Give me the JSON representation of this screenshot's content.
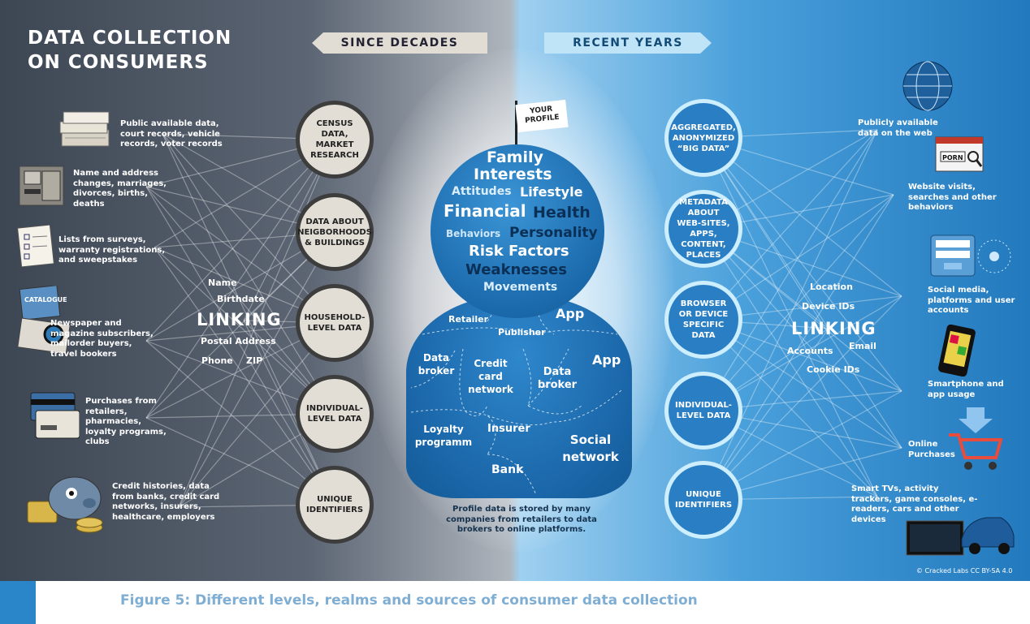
{
  "title_line1": "DATA COLLECTION",
  "title_line2": "ON CONSUMERS",
  "banner_left": "SINCE DECADES",
  "banner_right": "RECENT YEARS",
  "left_circles": [
    "CENSUS DATA, MARKET RESEARCH",
    "DATA ABOUT NEIGBORHOODS & BUILDINGS",
    "HOUSEHOLD-LEVEL DATA",
    "INDIVIDUAL-LEVEL DATA",
    "UNIQUE IDENTIFIERS"
  ],
  "right_circles": [
    "AGGREGATED, ANONYMIZED “BIG DATA”",
    "METADATA ABOUT WEB-SITES, APPS, CONTENT, PLACES",
    "BROWSER OR DEVICE SPECIFIC DATA",
    "INDIVIDUAL-LEVEL DATA",
    "UNIQUE IDENTIFIERS"
  ],
  "left_sources": [
    "Public available data, court records, vehicle records, voter records",
    "Name and address changes, marriages, divorces, births, deaths",
    "Lists from surveys, warranty registrations, and sweepstakes",
    "Newspaper and magazine subscribers, mailorder buyers, travel bookers",
    "Purchases from retailers, pharmacies, loyalty programs, clubs",
    "Credit histories, data from banks, credit card networks, insurers, healthcare, employers"
  ],
  "right_sources": [
    "Publicly available data on the web",
    "Website visits, searches and other behaviors",
    "Social media, platforms and user accounts",
    "Smartphone and app usage",
    "Online Purchases",
    "Smart TVs, activity trackers, game consoles, e-readers, cars and other devices"
  ],
  "left_linking": {
    "word": "LINKING",
    "name": "Name",
    "birthdate": "Birthdate",
    "postal": "Postal Address",
    "phone": "Phone",
    "zip": "ZIP"
  },
  "right_linking": {
    "word": "LINKING",
    "location": "Location",
    "device_ids": "Device IDs",
    "accounts": "Accounts",
    "email": "Email",
    "cookie_ids": "Cookie IDs"
  },
  "flag_text": "YOUR PROFILE",
  "profile_words": {
    "family": "Family",
    "interests": "Interests",
    "attitudes": "Attitudes",
    "lifestyle": "Lifestyle",
    "financial": "Financial",
    "health": "Health",
    "behaviors": "Behaviors",
    "personality": "Personality",
    "risk": "Risk Factors",
    "weaknesses": "Weaknesses",
    "movements": "Movements"
  },
  "body_words": {
    "retailer": "Retailer",
    "app1": "App",
    "publisher": "Publisher",
    "app2": "App",
    "data_broker1": "Data broker",
    "credit_card": "Credit card network",
    "data_broker2": "Data broker",
    "loyalty": "Loyalty programm",
    "insurer": "Insurer",
    "social": "Social network",
    "bank": "Bank"
  },
  "caption": "Profile data is stored by many companies from retailers to data brokers to online platforms.",
  "credit": "© Cracked Labs CC BY-SA 4.0",
  "figure_caption": "Figure 5: Different levels, realms and sources of consumer data collection",
  "colors": {
    "left_panel": "#4b5461",
    "right_panel": "#2a84cc",
    "profile_blue": "#1b6aac",
    "caption_blue": "#7faed4"
  },
  "icons": [
    "documents-icon",
    "mailbox-icon",
    "survey-icon",
    "newspaper-icon",
    "credit-card-icon",
    "piggy-bank-icon",
    "globe-icon",
    "browser-icon",
    "login-icon",
    "smartphone-icon",
    "shopping-cart-icon",
    "tv-car-icon"
  ]
}
